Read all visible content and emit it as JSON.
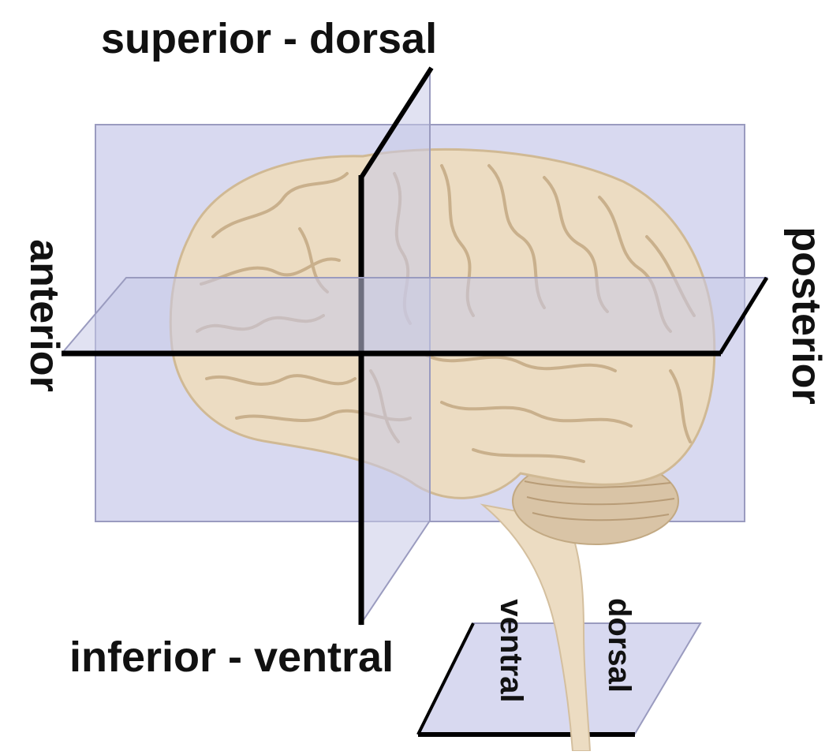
{
  "labels": {
    "top": "superior - dorsal",
    "bottom": "inferior - ventral",
    "left": "anterior",
    "right": "posterior",
    "cord_ventral": "ventral",
    "cord_dorsal": "dorsal"
  },
  "colors": {
    "plane_fill": "#d8d9f0",
    "plane_edge": "#9a9bbf",
    "plane_line": "#000000",
    "brain_fill": "#ecdcc2",
    "brain_fold": "#c9b08c",
    "cerebellum_fill": "#d9c4a6",
    "text": "#111111"
  },
  "icons": {
    "brain": "brain-illustration",
    "coronal_plane": "coronal-plane",
    "sagittal_plane": "sagittal-plane",
    "horizontal_plane": "horizontal-plane",
    "cord_plane": "spinal-cord-cross-section-plane"
  }
}
